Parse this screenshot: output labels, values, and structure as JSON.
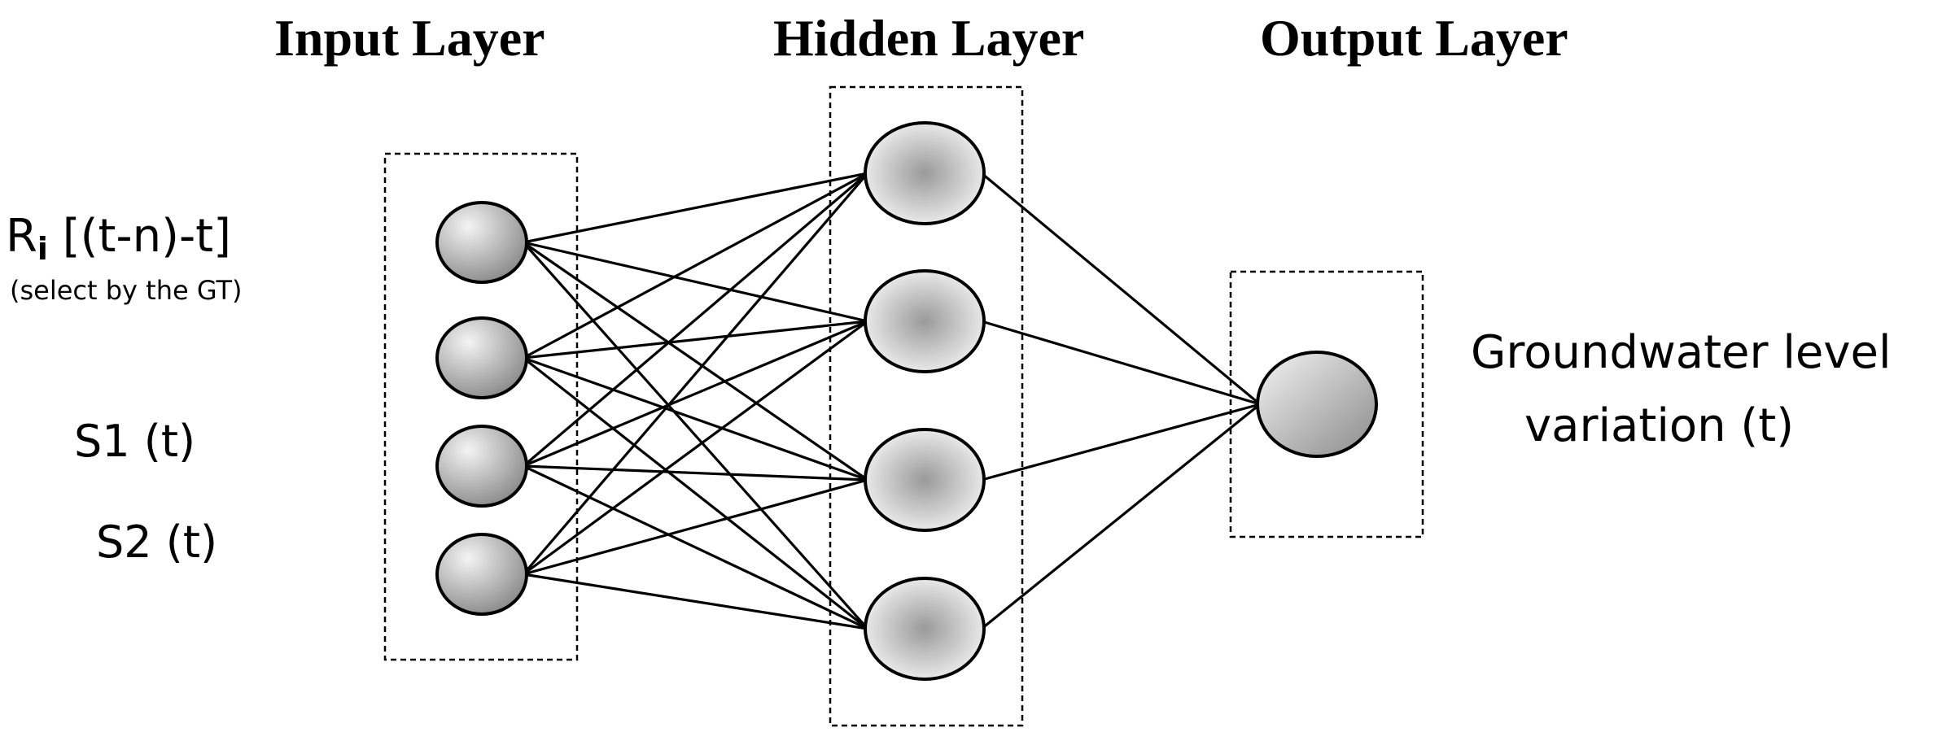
{
  "layers": {
    "input_title": "Input Layer",
    "hidden_title": "Hidden Layer",
    "output_title": "Output Layer"
  },
  "inputs": {
    "r_main": "R",
    "r_sub": "i",
    "r_suffix": " [(t-n)-t]",
    "r_note": "(select by the GT)",
    "s1": "S1 (t)",
    "s2": "S2 (t)"
  },
  "output": {
    "line1": "Groundwater level",
    "line2": "variation (t)"
  },
  "network": {
    "input_nodes": 4,
    "hidden_nodes": 4,
    "output_nodes": 1
  },
  "colors": {
    "stroke": "#000000",
    "node_light": "#f2f2f2",
    "node_dark": "#8c8c8c",
    "background": "#ffffff"
  }
}
